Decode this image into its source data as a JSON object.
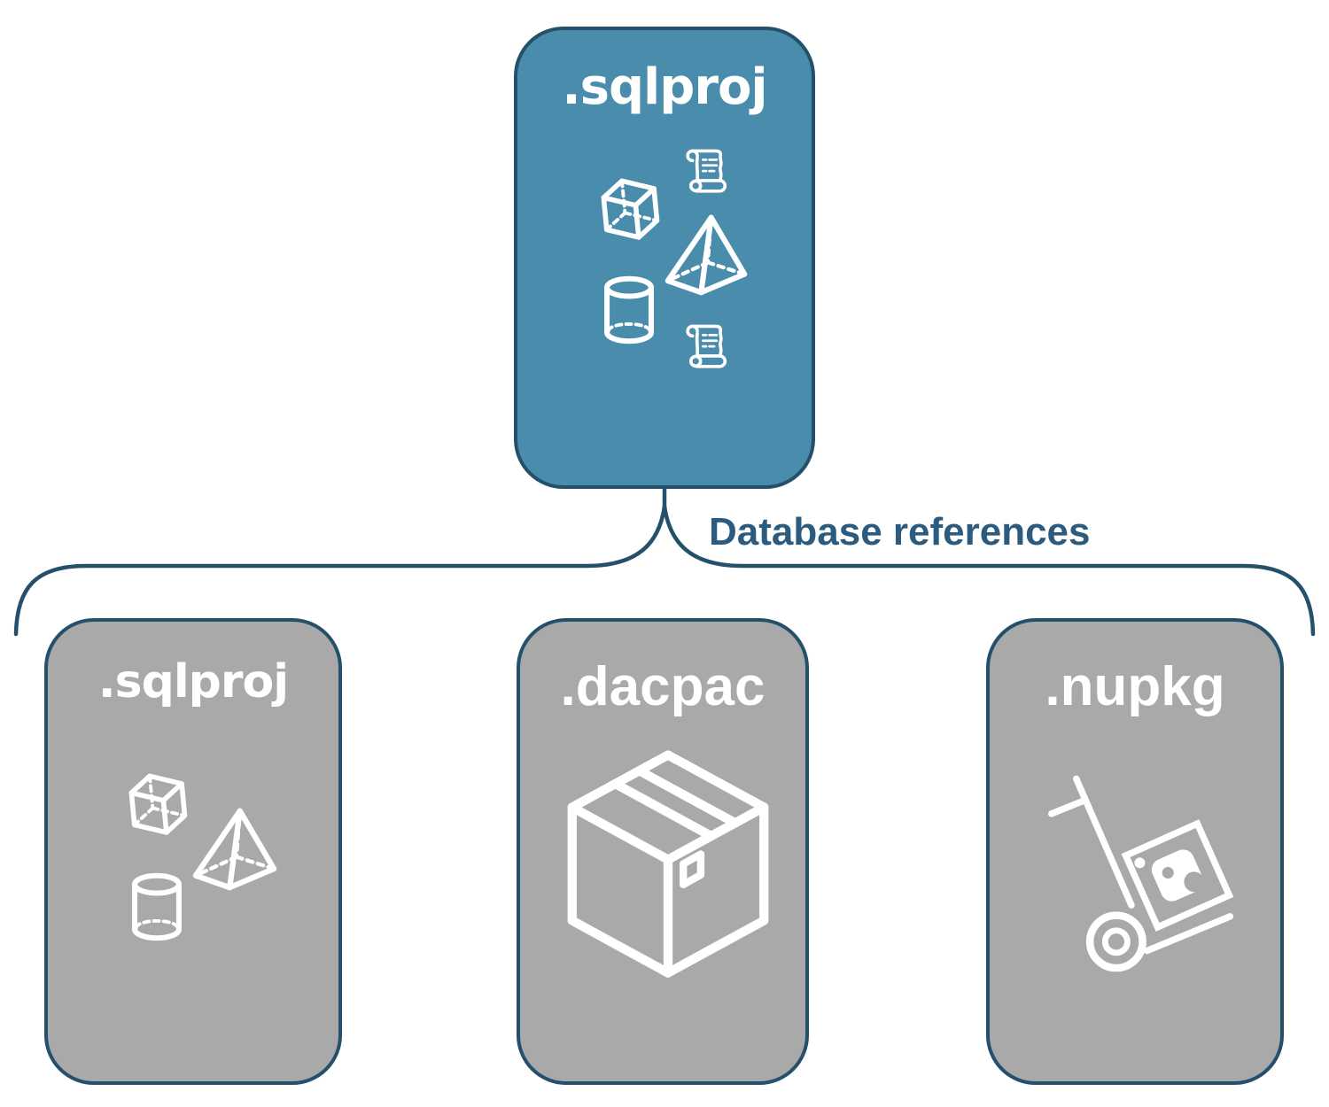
{
  "diagram": {
    "root": {
      "label": ".sqlproj",
      "fill": "#4a8cab",
      "icons": [
        "cube-icon",
        "scroll-icon",
        "pyramid-icon",
        "cylinder-icon",
        "scroll-icon"
      ]
    },
    "connector": {
      "label": "Database references",
      "line_color": "#24506b",
      "label_color": "#2b5b7e"
    },
    "children": [
      {
        "label": ".sqlproj",
        "fill": "#a9a9a9",
        "icons": [
          "cube-icon",
          "pyramid-icon",
          "cylinder-icon"
        ]
      },
      {
        "label": ".dacpac",
        "fill": "#a9a9a9",
        "icons": [
          "package-box-icon"
        ]
      },
      {
        "label": ".nupkg",
        "fill": "#a9a9a9",
        "icons": [
          "nuget-hand-truck-icon"
        ]
      }
    ],
    "colors": {
      "root_fill": "#4a8cab",
      "child_fill": "#a9a9a9",
      "border": "#24506b",
      "label_text": "#ffffff",
      "background": "#ffffff"
    }
  }
}
